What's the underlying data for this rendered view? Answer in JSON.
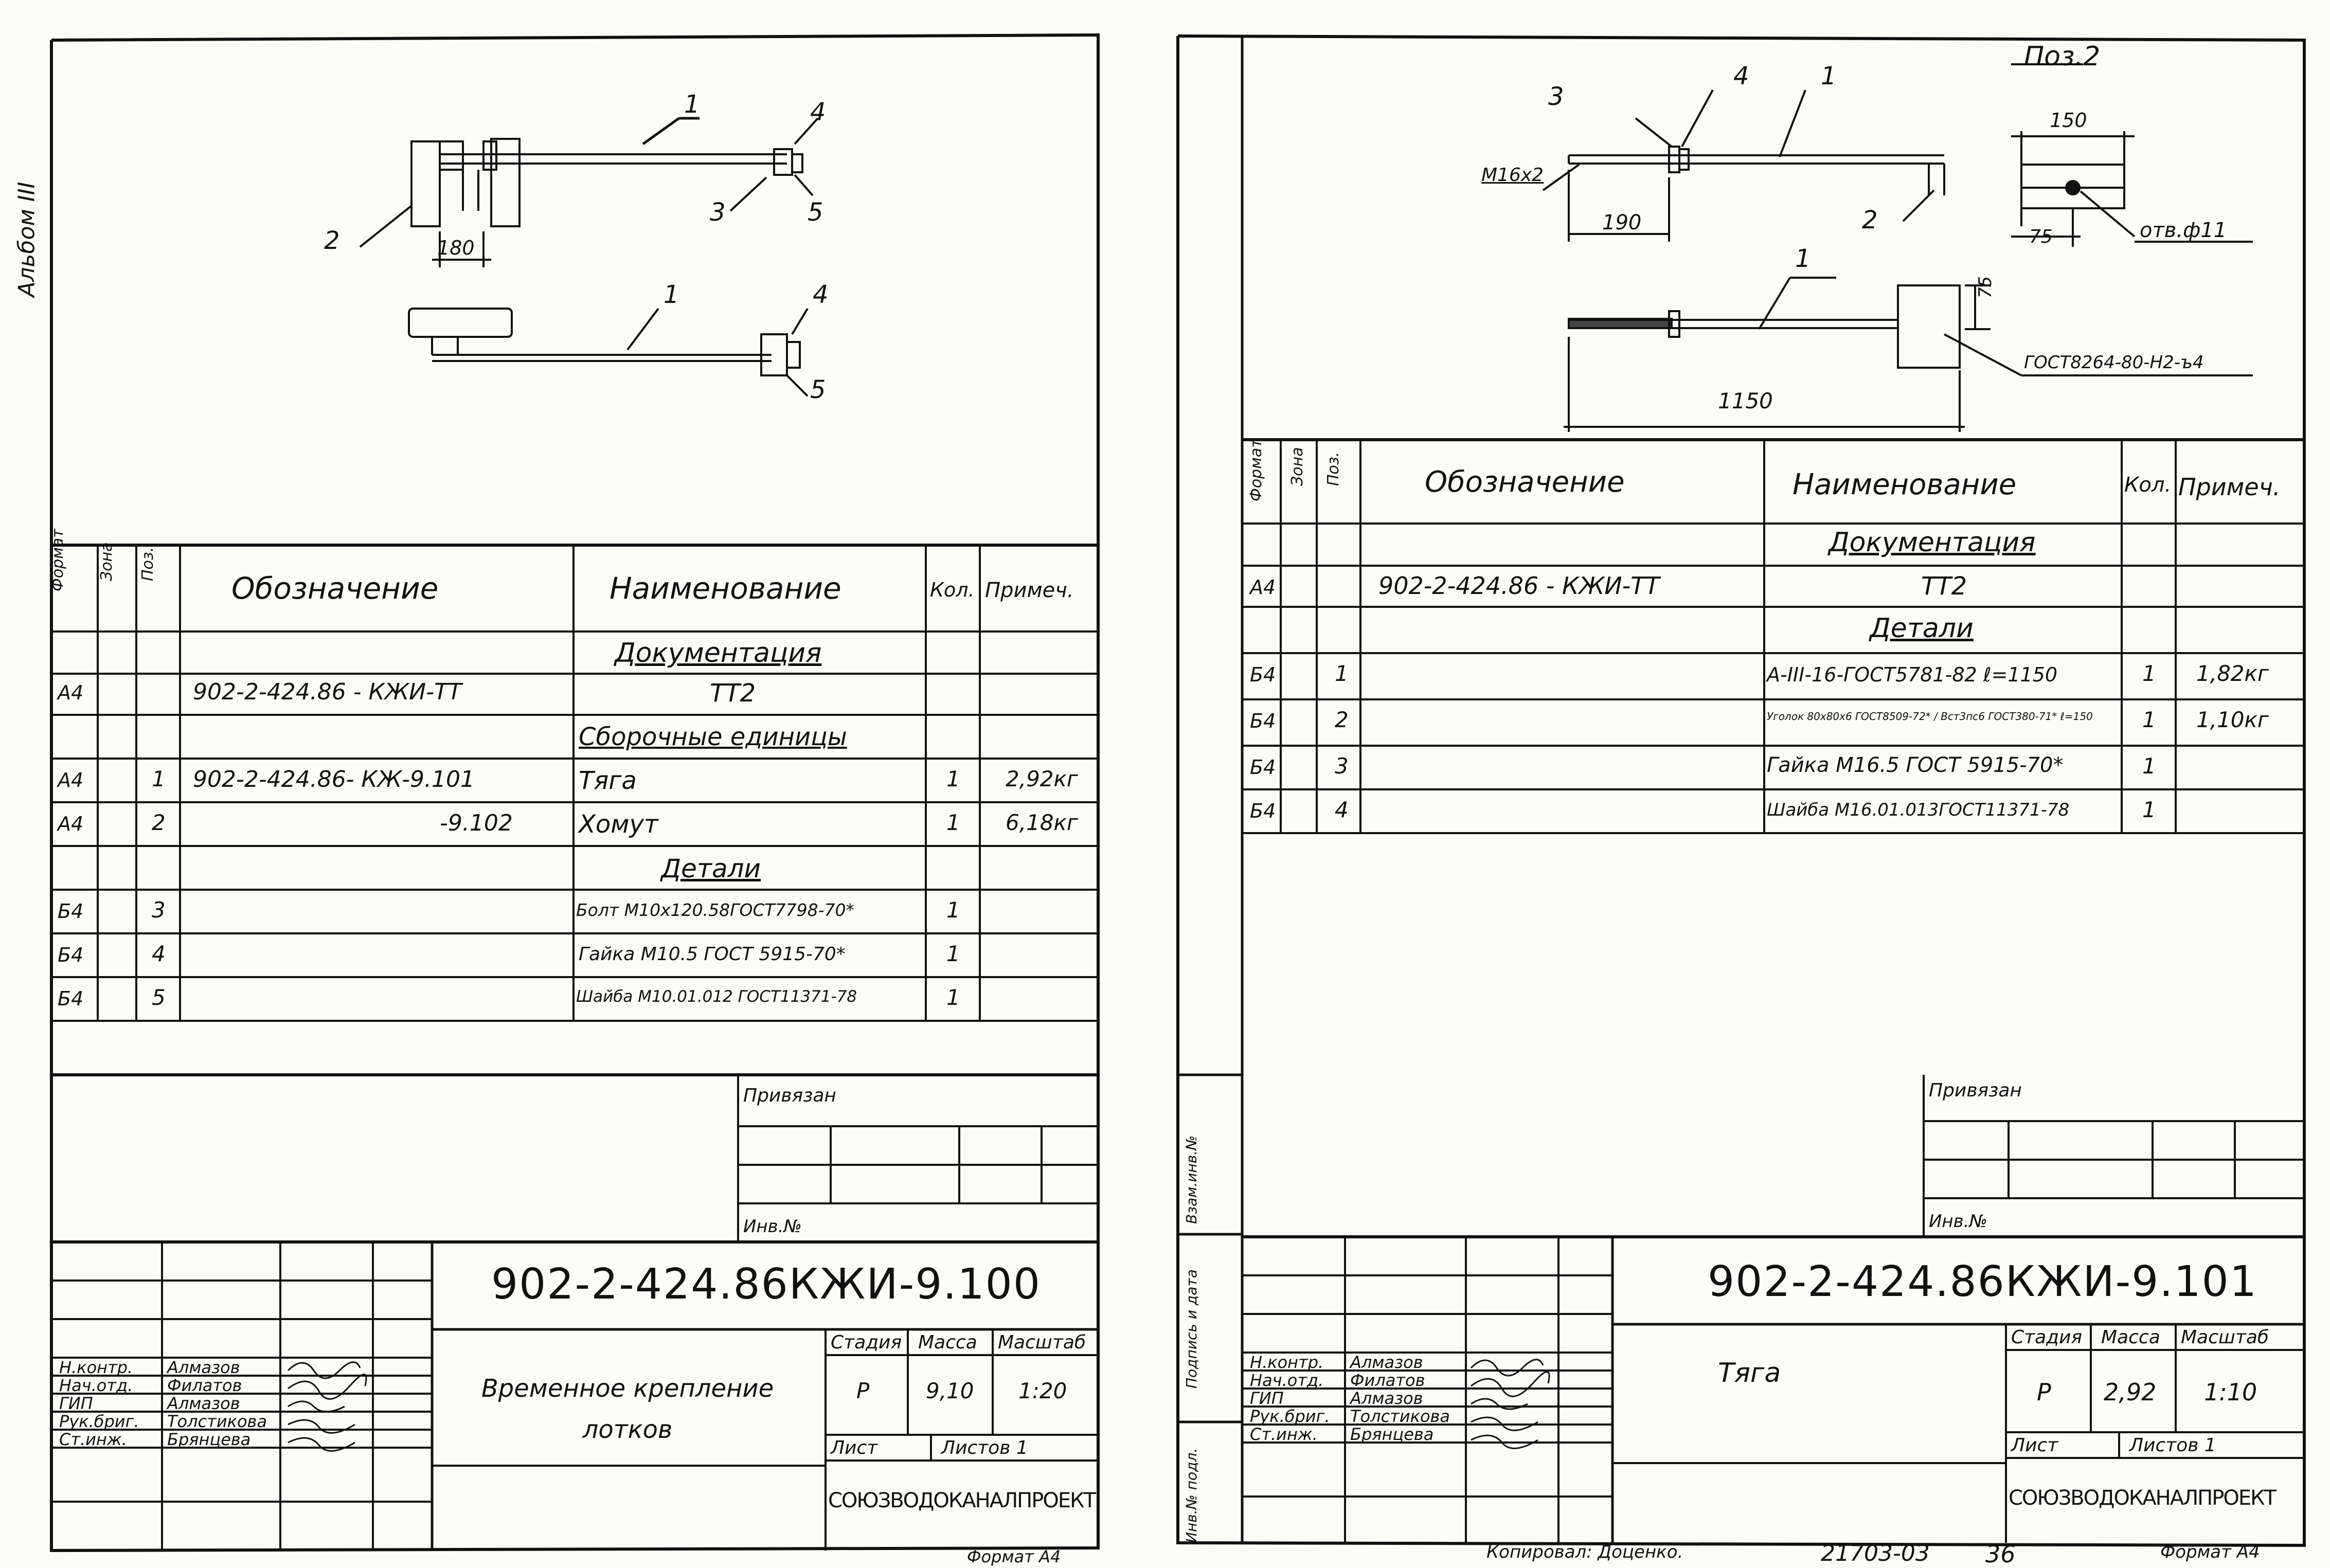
{
  "margin": {
    "album": "Альбом III"
  },
  "left": {
    "drawing": {
      "callouts": [
        "1",
        "2",
        "3",
        "4",
        "5",
        "1",
        "4",
        "5"
      ],
      "dim_180": "180"
    },
    "spec": {
      "headers": {
        "format": "Формат",
        "zone": "Зона",
        "pos": "Поз.",
        "designation": "Обозначение",
        "name": "Наименование",
        "qty": "Кол.",
        "note": "Примеч."
      },
      "rows": [
        {
          "format": "",
          "pos": "",
          "designation": "",
          "name": "Документация",
          "qty": "",
          "note": ""
        },
        {
          "format": "А4",
          "pos": "",
          "designation": "902-2-424.86 - КЖИ-ТТ",
          "name": "ТТ2",
          "qty": "",
          "note": ""
        },
        {
          "format": "",
          "pos": "",
          "designation": "",
          "name": "Сборочные единицы",
          "qty": "",
          "note": ""
        },
        {
          "format": "А4",
          "pos": "1",
          "designation": "902-2-424.86- КЖ-9.101",
          "name": "Тяга",
          "qty": "1",
          "note": "2,92кг"
        },
        {
          "format": "А4",
          "pos": "2",
          "designation": "-9.102",
          "name": "Хомут",
          "qty": "1",
          "note": "6,18кг"
        },
        {
          "format": "",
          "pos": "",
          "designation": "",
          "name": "Детали",
          "qty": "",
          "note": ""
        },
        {
          "format": "Б4",
          "pos": "3",
          "designation": "",
          "name": "Болт М10х120.58ГОСТ7798-70*",
          "qty": "1",
          "note": ""
        },
        {
          "format": "Б4",
          "pos": "4",
          "designation": "",
          "name": "Гайка М10.5 ГОСТ 5915-70*",
          "qty": "1",
          "note": ""
        },
        {
          "format": "Б4",
          "pos": "5",
          "designation": "",
          "name": "Шайба М10.01.012 ГОСТ11371-78",
          "qty": "1",
          "note": ""
        }
      ]
    },
    "privyazan": "Привязан",
    "inv": "Инв.№",
    "title_block": {
      "code": "902-2-424.86КЖИ-9.100",
      "roles": [
        "Н.контр.",
        "Нач.отд.",
        "ГИП",
        "Рук.бриг.",
        "Ст.инж."
      ],
      "names": [
        "Алмазов",
        "Филатов",
        "Алмазов",
        "Толстикова",
        "Брянцева"
      ],
      "title": "Временное крепление лотков",
      "stage_label": "Стадия",
      "mass_label": "Масса",
      "scale_label": "Масштаб",
      "stage": "Р",
      "mass": "9,10",
      "scale": "1:20",
      "sheet_label": "Лист",
      "sheets_label": "Листов 1",
      "org": "СОЮЗВОДОКАНАЛПРОЕКТ"
    },
    "format_note": "Формат А4"
  },
  "right": {
    "drawing": {
      "pos_title": "Поз.2",
      "callouts": [
        "3",
        "4",
        "1",
        "2",
        "1"
      ],
      "thread": "М16х2",
      "dim_190": "190",
      "dim_1150": "1150",
      "dim_150": "150",
      "dim_75a": "75",
      "dim_75b": "75",
      "hole": "отв.ф11",
      "gost": "ГОСТ8264-80-Н2-ъ4"
    },
    "spec": {
      "headers": {
        "format": "Формат",
        "zone": "Зона",
        "pos": "Поз.",
        "designation": "Обозначение",
        "name": "Наименование",
        "qty": "Кол.",
        "note": "Примеч."
      },
      "rows": [
        {
          "format": "",
          "pos": "",
          "designation": "",
          "name": "Документация",
          "qty": "",
          "note": ""
        },
        {
          "format": "А4",
          "pos": "",
          "designation": "902-2-424.86 - КЖИ-ТТ",
          "name": "ТТ2",
          "qty": "",
          "note": ""
        },
        {
          "format": "",
          "pos": "",
          "designation": "",
          "name": "Детали",
          "qty": "",
          "note": ""
        },
        {
          "format": "Б4",
          "pos": "1",
          "designation": "",
          "name": "А-III-16-ГОСТ5781-82 ℓ=1150",
          "qty": "1",
          "note": "1,82кг"
        },
        {
          "format": "Б4",
          "pos": "2",
          "designation": "",
          "name": "Уголок 80х80х6 ГОСТ8509-72* / Вст3пс6 ГОСТ380-71* ℓ=150",
          "qty": "1",
          "note": "1,10кг"
        },
        {
          "format": "Б4",
          "pos": "3",
          "designation": "",
          "name": "Гайка М16.5 ГОСТ 5915-70*",
          "qty": "1",
          "note": ""
        },
        {
          "format": "Б4",
          "pos": "4",
          "designation": "",
          "name": "Шайба М16.01.013ГОСТ11371-78",
          "qty": "1",
          "note": ""
        }
      ]
    },
    "privyazan": "Привязан",
    "inv": "Инв.№",
    "side_labels": [
      "Инв.№ подл.",
      "Подпись и дата",
      "Взам.инв.№"
    ],
    "title_block": {
      "code": "902-2-424.86КЖИ-9.101",
      "roles": [
        "Н.контр.",
        "Нач.отд.",
        "ГИП",
        "Рук.бриг.",
        "Ст.инж."
      ],
      "names": [
        "Алмазов",
        "Филатов",
        "Алмазов",
        "Толстикова",
        "Брянцева"
      ],
      "title": "Тяга",
      "stage_label": "Стадия",
      "mass_label": "Масса",
      "scale_label": "Масштаб",
      "stage": "Р",
      "mass": "2,92",
      "scale": "1:10",
      "sheet_label": "Лист",
      "sheets_label": "Листов 1",
      "org": "СОЮЗВОДОКАНАЛПРОЕКТ"
    },
    "footer": {
      "copied": "Копировал: Доценко.",
      "number": "21703-03",
      "page": "36",
      "format_note": "Формат А4"
    }
  }
}
